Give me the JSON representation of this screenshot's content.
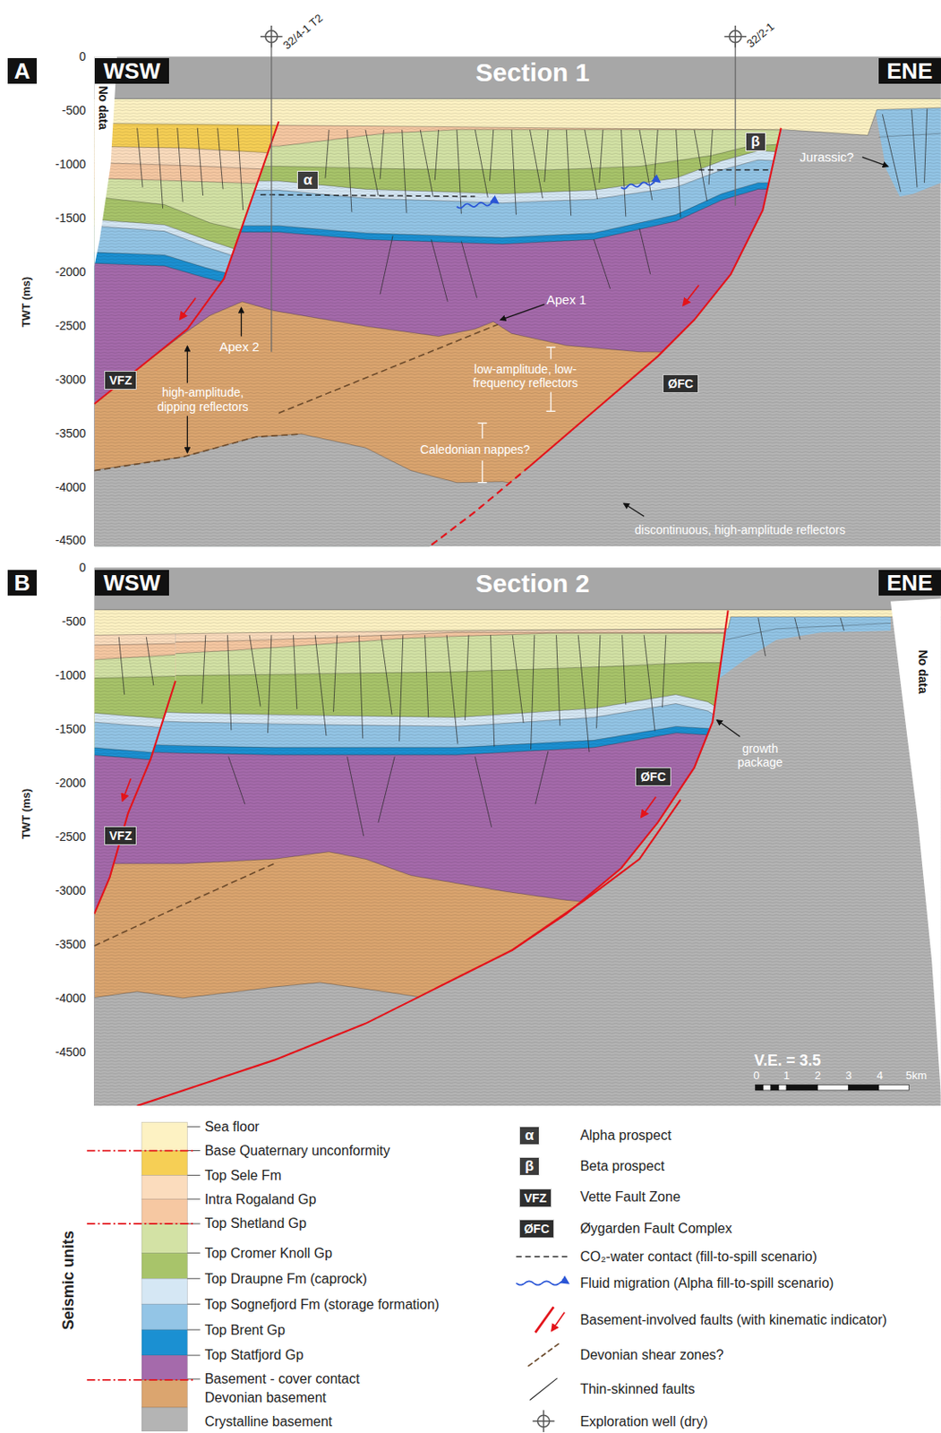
{
  "diagram": {
    "nodes": [
      {
        "text": [
          "A"
        ]
      },
      {
        "text": [
          "WSW"
        ]
      },
      {
        "text": [
          "ENE"
        ]
      },
      {
        "text": [
          "α"
        ]
      },
      {
        "text": [
          "β"
        ]
      },
      {
        "text": [
          "VFZ"
        ]
      },
      {
        "text": [
          "ØFC"
        ]
      },
      {
        "text": [
          "B"
        ]
      },
      {
        "text": [
          "WSW"
        ]
      },
      {
        "text": [
          "ENE"
        ]
      },
      {
        "text": [
          "VFZ"
        ]
      },
      {
        "text": [
          "ØFC"
        ]
      },
      {
        "text": [
          "α"
        ]
      },
      {
        "text": [
          "β"
        ]
      },
      {
        "text": [
          "VFZ"
        ]
      },
      {
        "text": [
          "ØFC"
        ]
      }
    ],
    "labels": [
      "Section 1",
      "32/4-1 T2",
      "32/2-1",
      "0",
      "-500",
      "-1000",
      "-1500",
      "-2000",
      "-2500",
      "-3000",
      "-3500",
      "-4000",
      "-4500",
      "TWT (ms)",
      "No data",
      "Jurassic?",
      "Apex 1",
      "Apex 2",
      "high-amplitude, dipping reflectors",
      "low-amplitude, low-frequency reflectors",
      "Caledonian nappes?",
      "discontinuous, high-amplitude reflectors",
      "Section 2",
      "0",
      "-500",
      "-1000",
      "-1500",
      "-2000",
      "-2500",
      "-3000",
      "-3500",
      "-4000",
      "-4500",
      "TWT (ms)",
      "No data",
      "growth package",
      "V.E. = 3.5",
      "0",
      "1",
      "2",
      "3",
      "4",
      "5km",
      "Seismic units"
    ],
    "legend": [
      {
        "text": "Sea floor",
        "color": "#fdf2c3"
      },
      {
        "text": "Base Quaternary unconformity",
        "color": "#f6cf55"
      },
      {
        "text": "Top Sele Fm",
        "color": "#fbdcbd"
      },
      {
        "text": "Intra Rogaland Gp",
        "color": "#f6c8a2"
      },
      {
        "text": "Top Shetland Gp",
        "color": "#d3e2a5"
      },
      {
        "text": "Top Cromer Knoll Gp",
        "color": "#a8c46a"
      },
      {
        "text": "Top Draupne Fm (caprock)",
        "color": "#d5e7f4"
      },
      {
        "text": "Top Sognefjord Fm (storage formation)",
        "color": "#93c5e6"
      },
      {
        "text": "Top Brent Gp",
        "color": "#1b90d2"
      },
      {
        "text": "Top Statfjord Gp",
        "color": "#a56aab"
      },
      {
        "text": "Basement - cover contact"
      },
      {
        "text": "Devonian basement",
        "color": "#dba56f"
      },
      {
        "text": "Crystalline basement",
        "color": "#b4b4b4"
      },
      {
        "text": "Alpha prospect"
      },
      {
        "text": "Beta prospect"
      },
      {
        "text": "Vette Fault Zone"
      },
      {
        "text": "Øygarden Fault Complex"
      },
      {
        "text": "CO₂-water contact (fill-to-spill scenario)"
      },
      {
        "text": "Fluid migration (Alpha fill-to-spill scenario)"
      },
      {
        "text": "Basement-involved faults (with kinematic indicator)"
      },
      {
        "text": "Devonian shear zones?"
      },
      {
        "text": "Thin-skinned faults"
      },
      {
        "text": "Exploration well (dry)"
      }
    ]
  }
}
